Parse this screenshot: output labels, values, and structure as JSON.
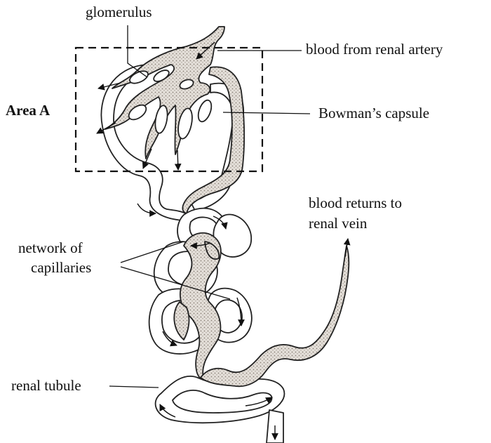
{
  "labels": {
    "glomerulus": "glomerulus",
    "blood_from_renal_artery": "blood from renal artery",
    "area_a": "Area A",
    "bowmans_capsule": "Bowman’s capsule",
    "blood_returns_line1": "blood returns to",
    "blood_returns_line2": "renal vein",
    "network_line1": "network of",
    "network_line2": "capillaries",
    "renal_tubule": "renal tubule"
  }
}
